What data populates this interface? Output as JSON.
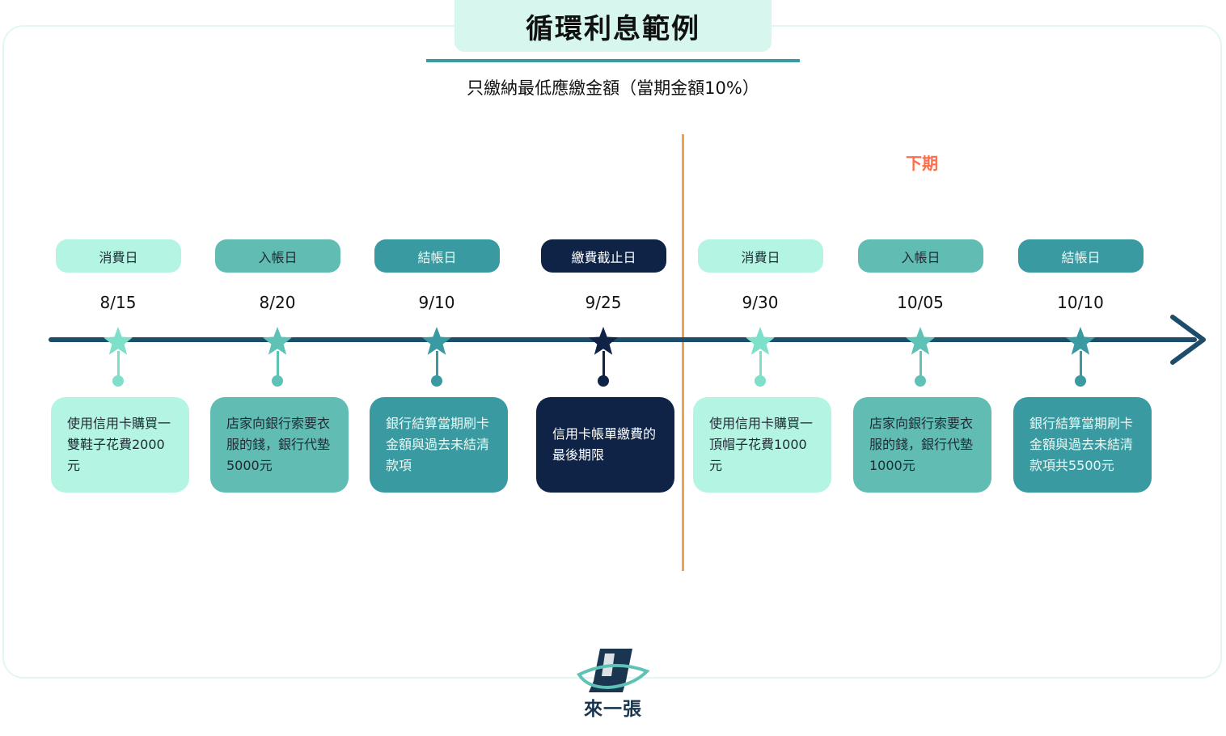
{
  "title": "循環利息範例",
  "subtitle": "只繳納最低應繳金額（當期金額10%）",
  "next_period_label": "下期",
  "logo_text": "來一張",
  "colors": {
    "light_mint": "#b4f4e3",
    "medium_teal": "#61bcb3",
    "deep_teal": "#3a9aa1",
    "navy": "#0e2346",
    "axis": "#1e4d6b",
    "divider": "#f3a04c",
    "next_label": "#ff6d4a"
  },
  "events": [
    {
      "label": "消費日",
      "date": "8/15",
      "desc": "使用信用卡購買一雙鞋子花費2000元",
      "color": "#b4f4e3",
      "text_color": "#1f2a33",
      "star_color": "#7ee0c9"
    },
    {
      "label": "入帳日",
      "date": "8/20",
      "desc": "店家向銀行索要衣服的錢，銀行代墊5000元",
      "color": "#61bcb3",
      "text_color": "#1f2a33",
      "star_color": "#5fc2b6"
    },
    {
      "label": "結帳日",
      "date": "9/10",
      "desc": "銀行結算當期刷卡金額與過去未結清款項",
      "color": "#3a9aa1",
      "text_color": "#e9f9f6",
      "star_color": "#3a9aa1"
    },
    {
      "label": "繳費截止日",
      "date": "9/25",
      "desc": "信用卡帳單繳費的最後期限",
      "color": "#0e2346",
      "text_color": "#ffffff",
      "star_color": "#0e2346"
    },
    {
      "label": "消費日",
      "date": "9/30",
      "desc": "使用信用卡購買一頂帽子花費1000元",
      "color": "#b4f4e3",
      "text_color": "#1f2a33",
      "star_color": "#7ee0c9"
    },
    {
      "label": "入帳日",
      "date": "10/05",
      "desc": "店家向銀行索要衣服的錢，銀行代墊1000元",
      "color": "#61bcb3",
      "text_color": "#1f2a33",
      "star_color": "#5fc2b6"
    },
    {
      "label": "結帳日",
      "date": "10/10",
      "desc": "銀行結算當期刷卡金額與過去未結清款項共5500元",
      "color": "#3a9aa1",
      "text_color": "#e9f9f6",
      "star_color": "#3a9aa1"
    }
  ]
}
